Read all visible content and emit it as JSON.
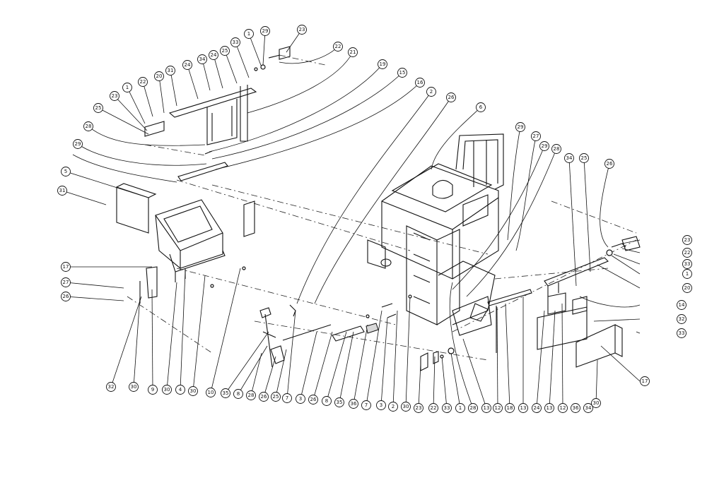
{
  "diagram": {
    "callouts": [
      {
        "label": "1"
      },
      {
        "label": "29"
      },
      {
        "label": "23"
      },
      {
        "label": "22"
      },
      {
        "label": "21"
      },
      {
        "label": "33"
      },
      {
        "label": "25"
      },
      {
        "label": "24"
      },
      {
        "label": "34"
      },
      {
        "label": "24"
      },
      {
        "label": "31"
      },
      {
        "label": "20"
      },
      {
        "label": "1"
      },
      {
        "label": "22"
      },
      {
        "label": "23"
      },
      {
        "label": "25"
      },
      {
        "label": "19"
      },
      {
        "label": "15"
      },
      {
        "label": "16"
      },
      {
        "label": "2"
      },
      {
        "label": "26"
      },
      {
        "label": "6"
      },
      {
        "label": "28"
      },
      {
        "label": "29"
      },
      {
        "label": "5"
      },
      {
        "label": "31"
      },
      {
        "label": "17"
      },
      {
        "label": "27"
      },
      {
        "label": "26"
      },
      {
        "label": "29"
      },
      {
        "label": "27"
      },
      {
        "label": "29"
      },
      {
        "label": "28"
      },
      {
        "label": "34"
      },
      {
        "label": "25"
      },
      {
        "label": "26"
      },
      {
        "label": "23"
      },
      {
        "label": "22"
      },
      {
        "label": "33"
      },
      {
        "label": "1"
      },
      {
        "label": "20"
      },
      {
        "label": "14"
      },
      {
        "label": "32"
      },
      {
        "label": "33"
      },
      {
        "label": "17"
      },
      {
        "label": "30"
      },
      {
        "label": "32"
      },
      {
        "label": "30"
      },
      {
        "label": "9"
      },
      {
        "label": "30"
      },
      {
        "label": "4"
      },
      {
        "label": "30"
      },
      {
        "label": "10"
      },
      {
        "label": "35"
      },
      {
        "label": "8"
      },
      {
        "label": "28"
      },
      {
        "label": "26"
      },
      {
        "label": "25"
      },
      {
        "label": "7"
      },
      {
        "label": "3"
      },
      {
        "label": "26"
      },
      {
        "label": "8"
      },
      {
        "label": "35"
      },
      {
        "label": "36"
      },
      {
        "label": "7"
      },
      {
        "label": "3"
      },
      {
        "label": "2"
      },
      {
        "label": "30"
      },
      {
        "label": "23"
      },
      {
        "label": "22"
      },
      {
        "label": "33"
      },
      {
        "label": "1"
      },
      {
        "label": "28"
      },
      {
        "label": "13"
      },
      {
        "label": "12"
      },
      {
        "label": "18"
      },
      {
        "label": "13"
      },
      {
        "label": "24"
      },
      {
        "label": "13"
      },
      {
        "label": "12"
      },
      {
        "label": "36"
      },
      {
        "label": "34"
      }
    ]
  }
}
